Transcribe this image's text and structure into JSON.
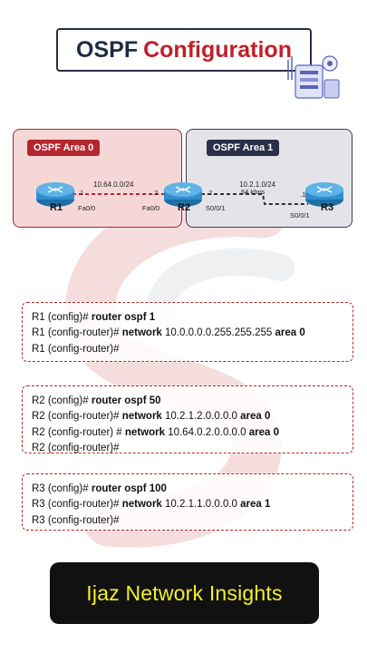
{
  "title": {
    "part1": "OSPF",
    "part2": "Configuration"
  },
  "areas": [
    {
      "label": "OSPF Area 0"
    },
    {
      "label": "OSPF Area 1"
    }
  ],
  "topology": {
    "routers": [
      "R1",
      "R2",
      "R3"
    ],
    "link1": {
      "network": "10.64.0.0/24",
      "left_host": ".1",
      "right_host": ".2",
      "left_if": "Fa0/0",
      "right_if": "Fa0/0"
    },
    "link2": {
      "network": "10.2.1.0/24",
      "speed": "64 kbps",
      "left_host": ".2",
      "right_host": ".1",
      "left_if": "S0/0/1",
      "right_if": "S0/0/1"
    }
  },
  "configs": [
    {
      "lines": [
        {
          "prefix": "R1 (config)# ",
          "cmd": "router ospf 1",
          "args": "",
          "tail": ""
        },
        {
          "prefix": "R1 (config-router)# ",
          "cmd": "network",
          "args": " 10.0.0.0.0.255.255.255 ",
          "tail": "area 0"
        },
        {
          "prefix": "R1 (config-router)#",
          "cmd": "",
          "args": "",
          "tail": ""
        }
      ]
    },
    {
      "lines": [
        {
          "prefix": "R2 (config)# ",
          "cmd": "router ospf 50",
          "args": "",
          "tail": ""
        },
        {
          "prefix": "R2 (config-router)# ",
          "cmd": "network",
          "args": " 10.2.1.2.0.0.0.0 ",
          "tail": "area 0"
        },
        {
          "prefix": "R2 (config-router) # ",
          "cmd": "network",
          "args": " 10.64.0.2.0.0.0.0 ",
          "tail": "area 0"
        },
        {
          "prefix": "R2 (config-router)#",
          "cmd": "",
          "args": "",
          "tail": ""
        }
      ]
    },
    {
      "lines": [
        {
          "prefix": "R3 (config)# ",
          "cmd": "router ospf 100",
          "args": "",
          "tail": ""
        },
        {
          "prefix": "R3 (config-router)# ",
          "cmd": "network",
          "args": " 10.2.1.1.0.0.0.0 ",
          "tail": "area 1"
        },
        {
          "prefix": "R3 (config-router)#",
          "cmd": "",
          "args": "",
          "tail": ""
        }
      ]
    }
  ],
  "brand": "Ijaz Network Insights",
  "colors": {
    "accent_red": "#c0202a",
    "navy": "#1f2a44",
    "router_blue": "#2f8fd0",
    "brand_yellow": "#f5ef2a"
  }
}
